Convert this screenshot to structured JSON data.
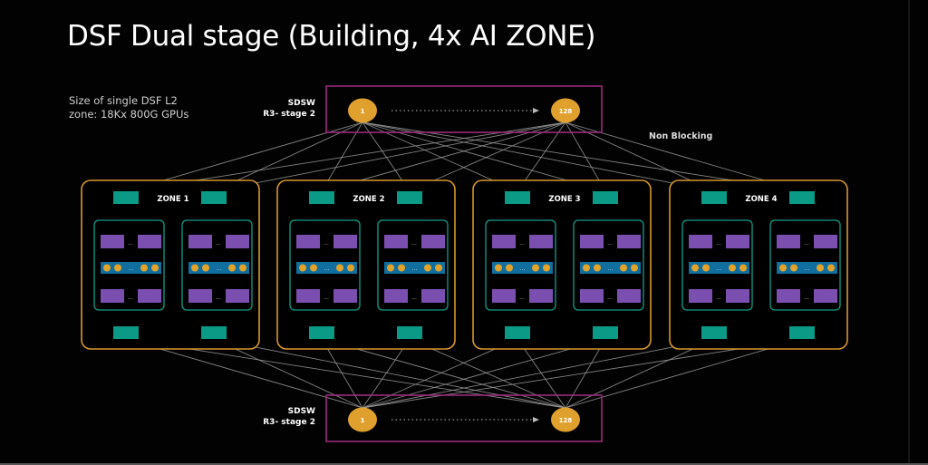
{
  "slide": {
    "title": "DSF Dual stage (Building, 4x AI ZONE)",
    "note_line1": "Size of single DSF L2",
    "note_line2": "zone: 18Kx 800G GPUs",
    "non_blocking_label": "Non Blocking"
  },
  "spine_top": {
    "label_line1": "SDSW",
    "label_line2": "R3- stage 2",
    "first_node": "1",
    "last_node": "128"
  },
  "spine_bottom": {
    "label_line1": "SDSW",
    "label_line2": "R3- stage 2",
    "first_node": "1",
    "last_node": "128"
  },
  "zones": [
    {
      "label": "ZONE 1"
    },
    {
      "label": "ZONE 2"
    },
    {
      "label": "ZONE 3"
    },
    {
      "label": "ZONE 4"
    }
  ],
  "ellipsis": "...",
  "colors": {
    "background": "#020202",
    "zone_border": "#d7972c",
    "spine_border": "#9c2a7c",
    "spine_node": "#e0a02e",
    "zone_switch": "#0a9a86",
    "pod_border": "#139c8a",
    "rack_switch": "#7b4fb0",
    "gpu_bar": "#116fa0",
    "gpu": "#e3a329",
    "link": "#9a9a9a"
  }
}
